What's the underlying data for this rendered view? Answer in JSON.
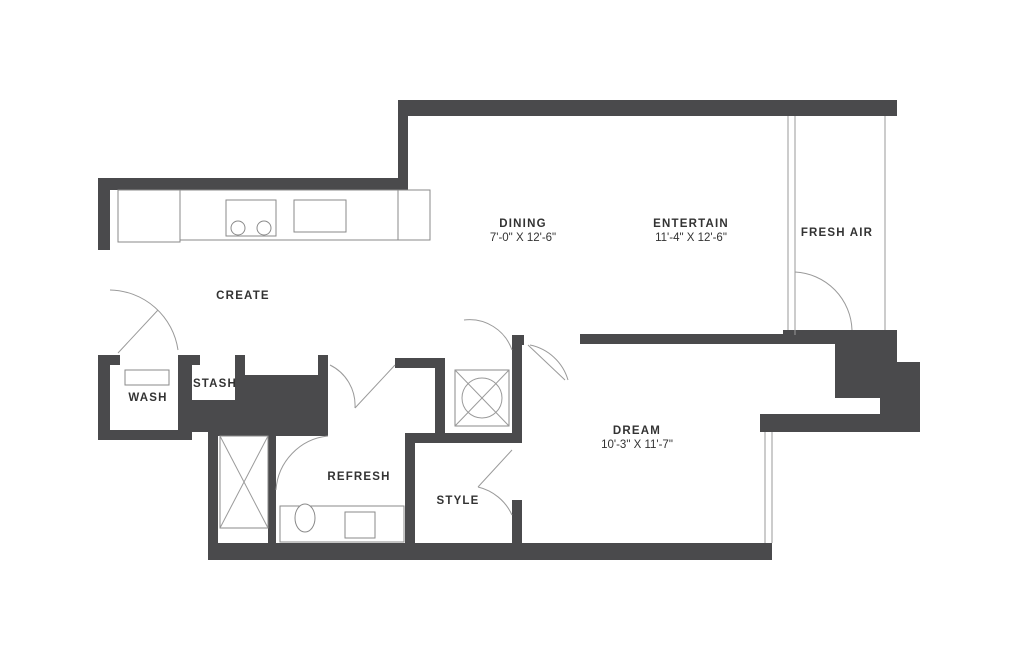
{
  "rooms": {
    "dining": {
      "name": "DINING",
      "dim": "7'-0\" X 12'-6\""
    },
    "entertain": {
      "name": "ENTERTAIN",
      "dim": "11'-4\" X 12'-6\""
    },
    "fresh_air": {
      "name": "FRESH AIR"
    },
    "create": {
      "name": "CREATE"
    },
    "wash": {
      "name": "WASH"
    },
    "stash": {
      "name": "STASH"
    },
    "refresh": {
      "name": "REFRESH"
    },
    "style": {
      "name": "STYLE"
    },
    "dream": {
      "name": "DREAM",
      "dim": "10'-3\" X 11'-7\""
    }
  },
  "colors": {
    "wall": "#4a4a4c"
  }
}
